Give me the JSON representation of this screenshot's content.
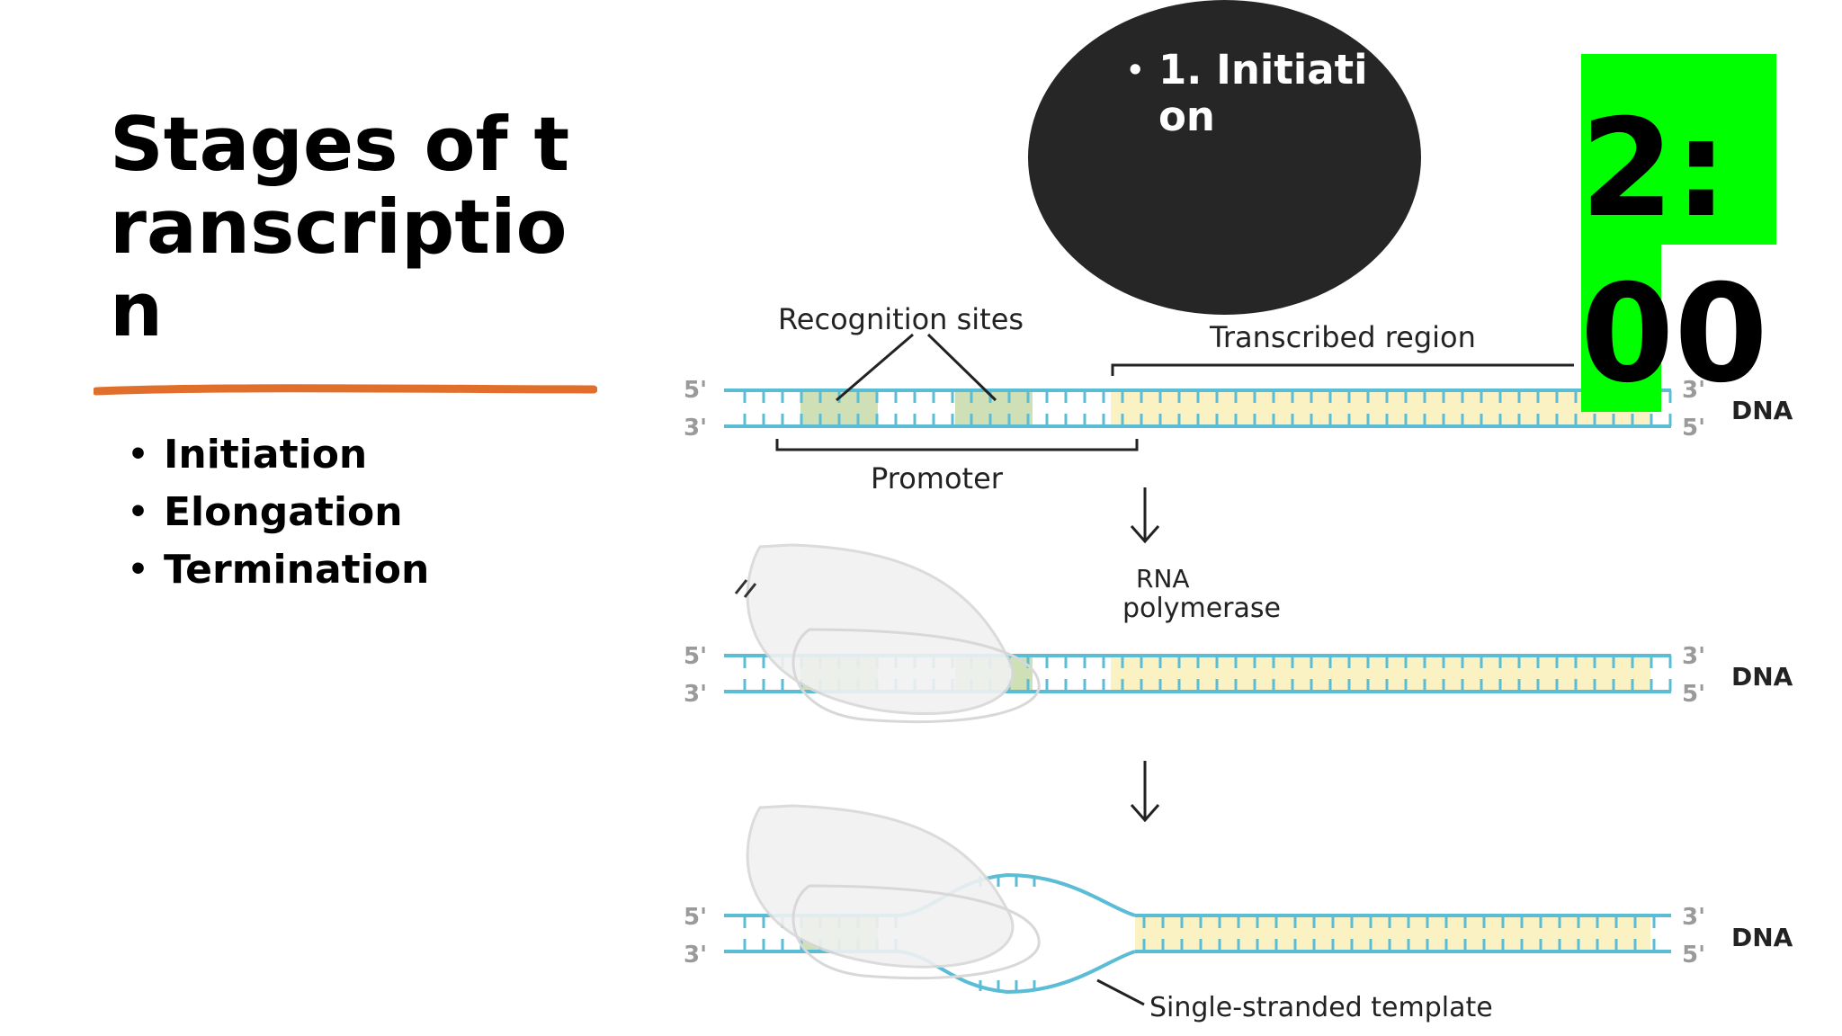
{
  "slide": {
    "title": "Stages of transcription",
    "stages": [
      "Initiation",
      "Elongation",
      "Termination"
    ]
  },
  "badge": {
    "text": "1. Initiation",
    "background": "#262626",
    "text_color": "#ffffff"
  },
  "timer": {
    "text": "2:00",
    "background": "#00ff00"
  },
  "accent_underline_color": "#e06f2c",
  "diagram": {
    "labels": {
      "recognition_sites": "Recognition sites",
      "transcribed_region": "Transcribed region",
      "promoter": "Promoter",
      "rna_polymerase_line1": "RNA",
      "rna_polymerase_line2": "polymerase",
      "single_stranded_template": "Single-stranded template",
      "dna": "DNA",
      "five_prime": "5'",
      "three_prime": "3'"
    },
    "colors": {
      "strand": "#5bbcd6",
      "recognition_site_fill": "#cfdfb6",
      "transcribed_region_fill": "#fbf2c4",
      "polymerase_fill": "#f1f1f1",
      "polymerase_outline": "#d8d8d8"
    }
  }
}
